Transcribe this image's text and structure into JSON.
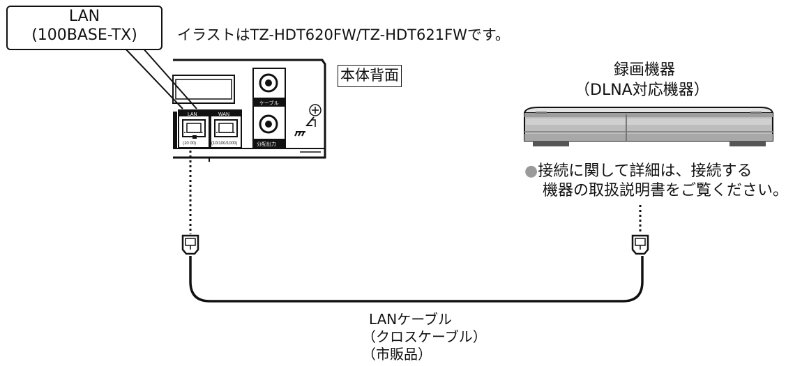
{
  "callout": {
    "line1": "LAN",
    "line2": "(100BASE-TX)"
  },
  "illustration_note": "イラストはTZ-HDT620FW/TZ-HDT621FWです。",
  "panel_label": "本体背面",
  "device": {
    "line1": "録画機器",
    "line2": "（DLNA対応機器）"
  },
  "note": {
    "bullet": "●",
    "line1": "接続に関して詳細は、接続する",
    "line2": "機器の取扱説明書をご覧ください。"
  },
  "cable": {
    "line1": "LANケーブル",
    "line2": "（クロスケーブル）",
    "line3": "（市販品）"
  },
  "ports": {
    "lan_label": "LAN",
    "lan_speed": "(10  00)",
    "wan_label": "WAN",
    "wan_speed": "(10/100/1000)",
    "cable_in_label": "ケーブル",
    "out_label": "分配出力"
  }
}
